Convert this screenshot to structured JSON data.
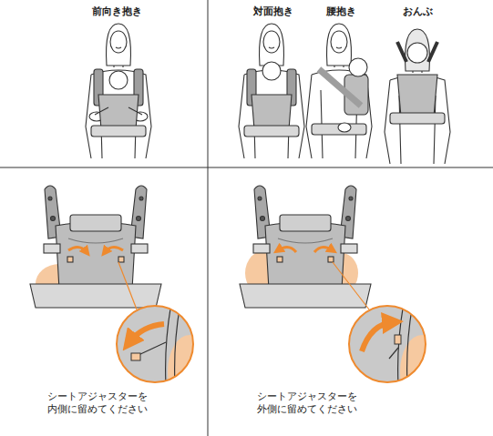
{
  "diagram": {
    "labels": [
      "前向き抱き",
      "対面抱き",
      "腰抱き",
      "おんぶ",
      "シートアジャスターを 内側に留めてください",
      "シートアジャスターを 外側に留めてください"
    ]
  }
}
